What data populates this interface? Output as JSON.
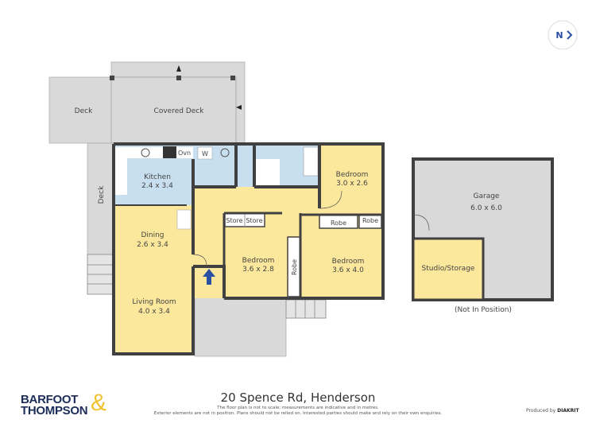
{
  "north": {
    "label": "N"
  },
  "rooms": {
    "deck_left": "Deck",
    "covered_deck": "Covered Deck",
    "deck_side": "Deck",
    "kitchen": {
      "name": "Kitchen",
      "size": "2.4 x 3.4"
    },
    "oven": "Ovn",
    "washer": "W",
    "bedroom_top": {
      "name": "Bedroom",
      "size": "3.0 x 2.6"
    },
    "dining": {
      "name": "Dining",
      "size": "2.6 x 3.4"
    },
    "living": {
      "name": "Living Room",
      "size": "4.0 x 3.4"
    },
    "store1": "Store",
    "store2": "Store",
    "robe_top1": "Robe",
    "robe_top2": "Robe",
    "robe_vertical": "Robe",
    "bedroom_mid": {
      "name": "Bedroom",
      "size": "3.6 x 2.8"
    },
    "bedroom_right": {
      "name": "Bedroom",
      "size": "3.6 x 4.0"
    },
    "garage": {
      "name": "Garage",
      "size": "6.0 x 6.0"
    },
    "studio": "Studio/Storage",
    "not_in_position": "(Not In Position)"
  },
  "colors": {
    "room": "#fce89c",
    "wet": "#c8dff0",
    "exterior": "#d9d9d9",
    "wall": "#404040",
    "entry_arrow": "#2a4fa3"
  },
  "footer": {
    "brand_line1": "BARFOOT",
    "brand_line2": "THOMPSON",
    "brand_amp": "&",
    "address": "20 Spence Rd, Henderson",
    "disclaimer1": "The floor plan is not to scale; measurements are indicative and in metres.",
    "disclaimer2": "Exterior elements are not in position. Plans should not be relied on. Interested parties should make and rely on their own enquiries.",
    "produced_by": "Produced by",
    "producer": "DIAKRIT"
  }
}
